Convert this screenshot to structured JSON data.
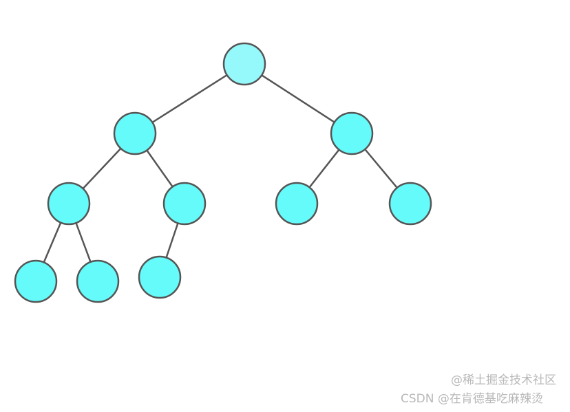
{
  "tree": {
    "root_color": "#95f8fb",
    "node_color": "#66fbfb",
    "stroke_color": "#555555",
    "nodes": [
      {
        "id": "n1",
        "parent": null
      },
      {
        "id": "n2",
        "parent": "n1"
      },
      {
        "id": "n3",
        "parent": "n1"
      },
      {
        "id": "n4",
        "parent": "n2"
      },
      {
        "id": "n5",
        "parent": "n2"
      },
      {
        "id": "n6",
        "parent": "n3"
      },
      {
        "id": "n7",
        "parent": "n3"
      },
      {
        "id": "n8",
        "parent": "n4"
      },
      {
        "id": "n9",
        "parent": "n4"
      },
      {
        "id": "n10",
        "parent": "n5"
      }
    ]
  },
  "watermark": {
    "csdn": "CSDN @在肯德基吃麻辣烫",
    "juejin": "@稀土掘金技术社区"
  }
}
